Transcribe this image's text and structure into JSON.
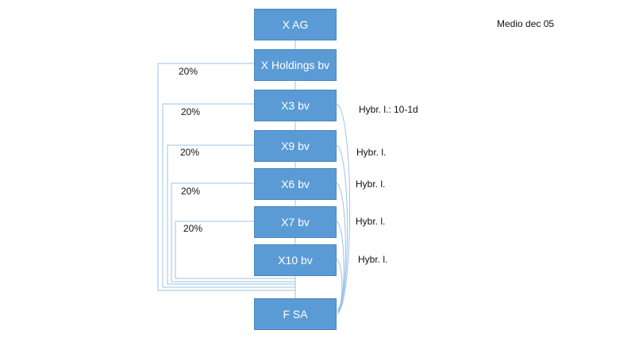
{
  "header": {
    "date_note": "Medio dec 05"
  },
  "entities": [
    {
      "name": "X AG"
    },
    {
      "name": "X Holdings bv"
    },
    {
      "name": "X3 bv"
    },
    {
      "name": "X9 bv"
    },
    {
      "name": "X6 bv"
    },
    {
      "name": "X7 bv"
    },
    {
      "name": "X10 bv"
    },
    {
      "name": "F SA"
    }
  ],
  "stakes": [
    {
      "entity": "X Holdings bv",
      "pct": "20%"
    },
    {
      "entity": "X3 bv",
      "pct": "20%"
    },
    {
      "entity": "X9 bv",
      "pct": "20%"
    },
    {
      "entity": "X6 bv",
      "pct": "20%"
    },
    {
      "entity": "X7 bv",
      "pct": "20%"
    }
  ],
  "loans": [
    {
      "entity": "X3 bv",
      "label": "Hybr. l.: 10-1d"
    },
    {
      "entity": "X9 bv",
      "label": "Hybr. l."
    },
    {
      "entity": "X6 bv",
      "label": "Hybr. l."
    },
    {
      "entity": "X7 bv",
      "label": "Hybr. l."
    },
    {
      "entity": "X10 bv",
      "label": "Hybr. l."
    }
  ],
  "colors": {
    "box_fill": "#5b9bd5",
    "connector": "#9dc3e6"
  }
}
